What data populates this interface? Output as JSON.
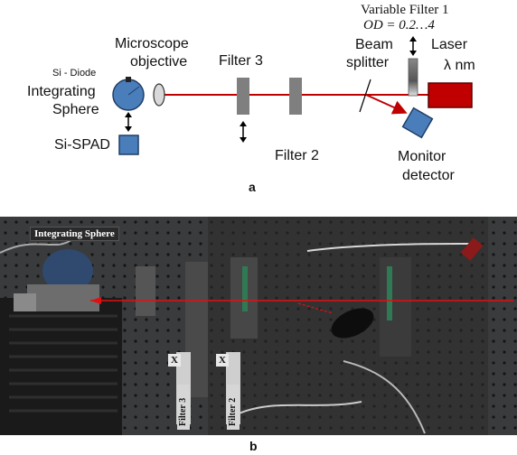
{
  "diagram": {
    "labels": {
      "variable_filter": "Variable Filter 1",
      "od_range": "OD = 0.2…4",
      "laser": "Laser",
      "wavelength": "λ nm",
      "beam_splitter_1": "Beam",
      "beam_splitter_2": "splitter",
      "microscope_1": "Microscope",
      "microscope_2": "objective",
      "si_diode": "Si - Diode",
      "integrating_1": "Integrating",
      "integrating_2": "Sphere",
      "filter3": "Filter 3",
      "filter2": "Filter 2",
      "si_spad": "Si-SPAD",
      "monitor_1": "Monitor",
      "monitor_2": "detector",
      "panel_a": "a"
    },
    "colors": {
      "beam": "#c00000",
      "laser": "#c00000",
      "filter": "#808080",
      "detector": "#4a7ebb",
      "detector_border": "#1f3d66"
    }
  },
  "photo": {
    "labels": {
      "integrating_sphere": "Integrating  Sphere",
      "x_left": "X",
      "x_right": "X",
      "filter3": "Filter 3",
      "filter2": "Filter 2",
      "panel_b": "b"
    }
  }
}
